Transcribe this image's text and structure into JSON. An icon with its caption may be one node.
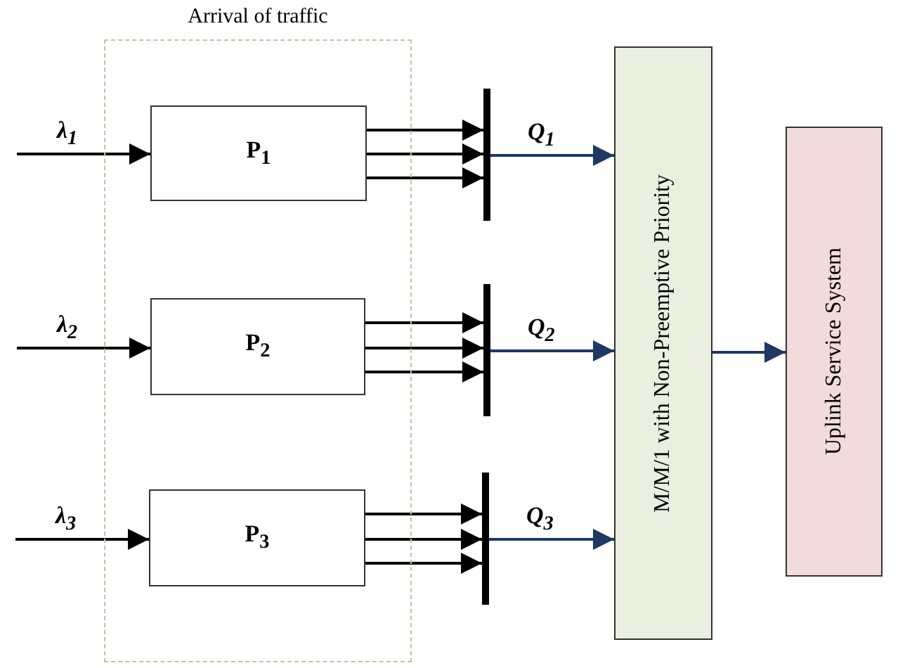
{
  "diagram": {
    "nodes": [
      {
        "text": [
          "Arrival of traffic"
        ]
      },
      {
        "text": [
          "P$_{1}$"
        ],
        "in": 0
      },
      {
        "text": [
          "P$_{2}$"
        ],
        "in": 0
      },
      {
        "text": [
          "P$_{3}$"
        ],
        "in": 0
      },
      {
        "text": [],
        "shape": "bar"
      },
      {
        "text": [],
        "shape": "bar"
      },
      {
        "text": [],
        "shape": "bar"
      },
      {
        "text": [
          "M/M/1 with Non-Preemptive Priority"
        ]
      },
      {
        "text": [
          "Uplink Service System"
        ]
      }
    ],
    "edges": [
      {
        "from": null,
        "to": 1,
        "arrow": "to",
        "label": "λ$_{1}$"
      },
      {
        "from": null,
        "to": 2,
        "arrow": "to",
        "label": "λ$_{2}$"
      },
      {
        "from": null,
        "to": 3,
        "arrow": "to",
        "label": "λ$_{3}$"
      },
      {
        "from": 1,
        "to": 4,
        "arrow": "to"
      },
      {
        "from": 1,
        "to": 4,
        "arrow": "to"
      },
      {
        "from": 1,
        "to": 4,
        "arrow": "to"
      },
      {
        "from": 2,
        "to": 5,
        "arrow": "to"
      },
      {
        "from": 2,
        "to": 5,
        "arrow": "to"
      },
      {
        "from": 2,
        "to": 5,
        "arrow": "to"
      },
      {
        "from": 3,
        "to": 6,
        "arrow": "to"
      },
      {
        "from": 3,
        "to": 6,
        "arrow": "to"
      },
      {
        "from": 3,
        "to": 6,
        "arrow": "to"
      },
      {
        "from": 4,
        "to": 7,
        "arrow": "to",
        "label": "Q$_{1}$",
        "color": "#1f3864"
      },
      {
        "from": 5,
        "to": 7,
        "arrow": "to",
        "label": "Q$_{2}$",
        "color": "#1f3864"
      },
      {
        "from": 6,
        "to": 7,
        "arrow": "to",
        "label": "Q$_{3}$",
        "color": "#1f3864"
      },
      {
        "from": 7,
        "to": 8,
        "arrow": "to",
        "color": "#1f3864"
      }
    ]
  }
}
